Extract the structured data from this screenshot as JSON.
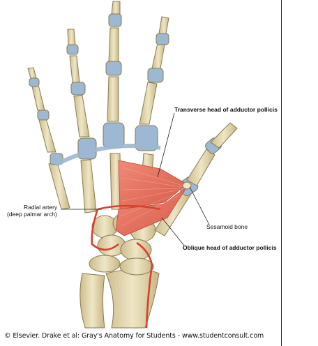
{
  "labels": {
    "transverse_head": "Transverse head of adductor pollicis",
    "radial_artery_line1": "Radial artery",
    "radial_artery_line2": "(deep palmar arch)",
    "sesamoid_bone": "Sesamoid bone",
    "oblique_head": "Oblique head of adductor pollicis"
  },
  "copyright": "© Elsevier. Drake et al: Gray's Anatomy for Students - www.studentconsult.com",
  "colors": {
    "bone": "#e8dcb4",
    "bone_outline": "#8a7a50",
    "cartilage": "#9cb8d2",
    "muscle": "#e86a5a",
    "artery": "#d8402e"
  }
}
